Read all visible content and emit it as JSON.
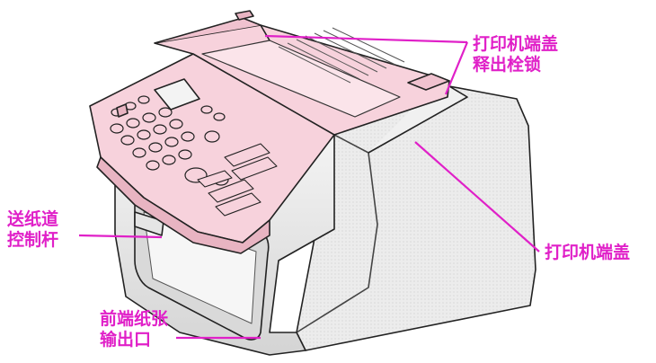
{
  "labels": {
    "cover_latch": [
      "打印机端盖",
      "释出栓锁"
    ],
    "printer_cover": "打印机端盖",
    "paper_path_lever": [
      "送纸道",
      "控制杆"
    ],
    "front_output": [
      "前端纸张",
      "输出口"
    ]
  },
  "colors": {
    "leader": "#e020c8",
    "label": "#e020c8",
    "panel_pink": "#f7d2dc",
    "panel_pink_dark": "#e8b4c2",
    "body_gray": "#e6e6e6",
    "body_gray_dark": "#c8c8c8",
    "outline": "#222222"
  }
}
